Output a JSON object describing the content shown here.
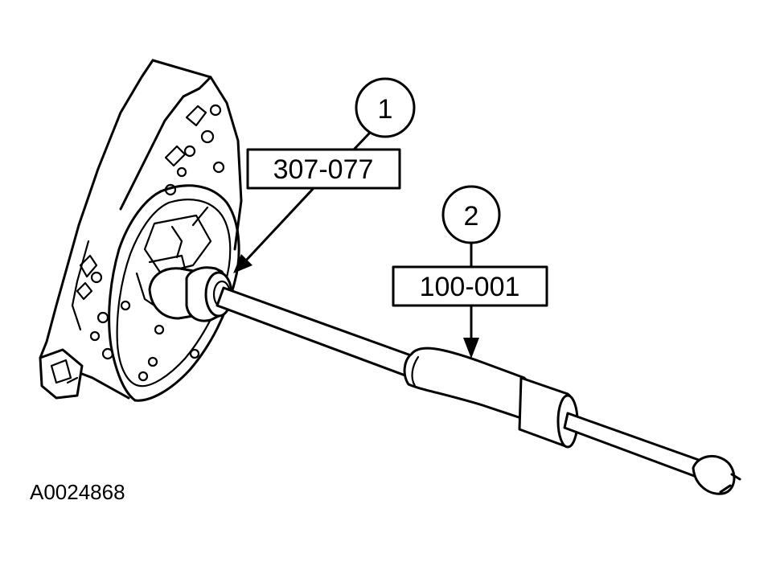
{
  "callouts": [
    {
      "number": "1",
      "part_number": "307-077"
    },
    {
      "number": "2",
      "part_number": "100-001"
    }
  ],
  "figure_id": "A0024868",
  "colors": {
    "ink": "#000000",
    "paper": "#ffffff"
  }
}
